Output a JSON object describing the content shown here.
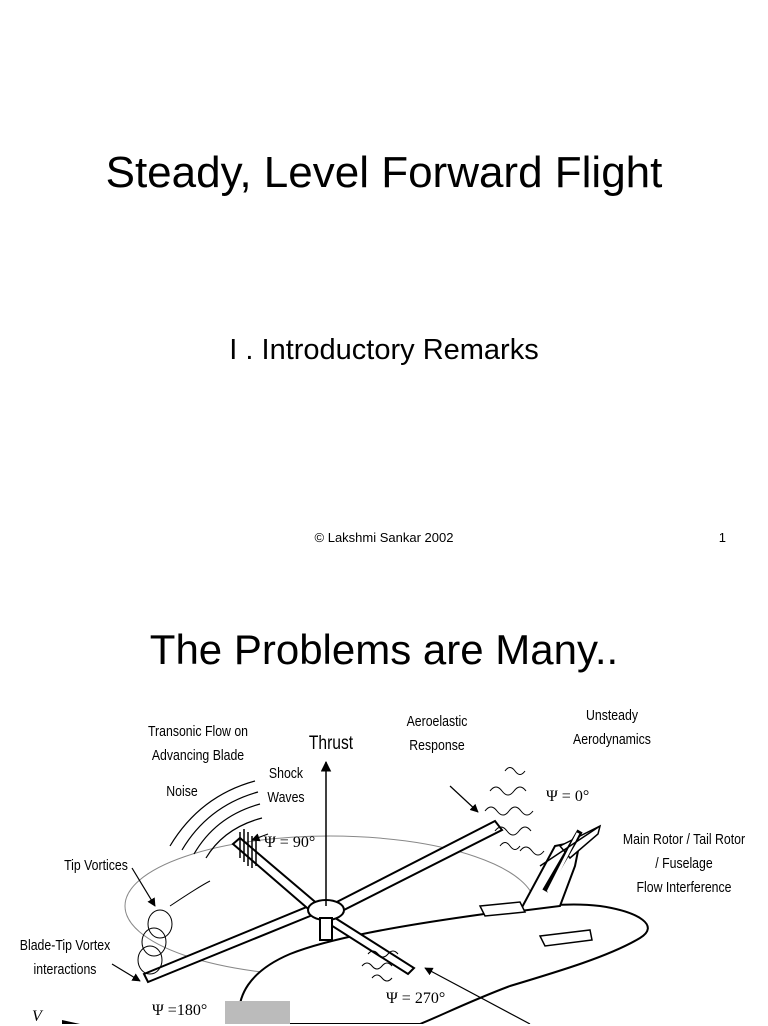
{
  "slide1": {
    "title": "Steady, Level Forward Flight",
    "subtitle": "I . Introductory Remarks",
    "footer": "© Lakshmi Sankar 2002",
    "page_number": "1"
  },
  "slide2": {
    "title": "The Problems are Many..",
    "labels": {
      "transonic": "Transonic Flow on",
      "advancing": "Advancing Blade",
      "thrust": "Thrust",
      "aeroelastic": "Aeroelastic",
      "response": "Response",
      "unsteady": "Unsteady",
      "aerodynamics": "Aerodynamics",
      "noise": "Noise",
      "shock": "Shock",
      "waves": "Waves",
      "psi0": "Ψ = 0°",
      "psi90": "Ψ = 90°",
      "main_rotor": "Main Rotor / Tail Rotor",
      "fuselage": "/ Fuselage",
      "flow_interference": "Flow  Interference",
      "tip_vortices": "Tip Vortices",
      "blade_tip": "Blade-Tip Vortex",
      "interactions": "interactions",
      "psi180": "Ψ =180°",
      "psi270": "Ψ = 270°",
      "v": "V"
    }
  }
}
